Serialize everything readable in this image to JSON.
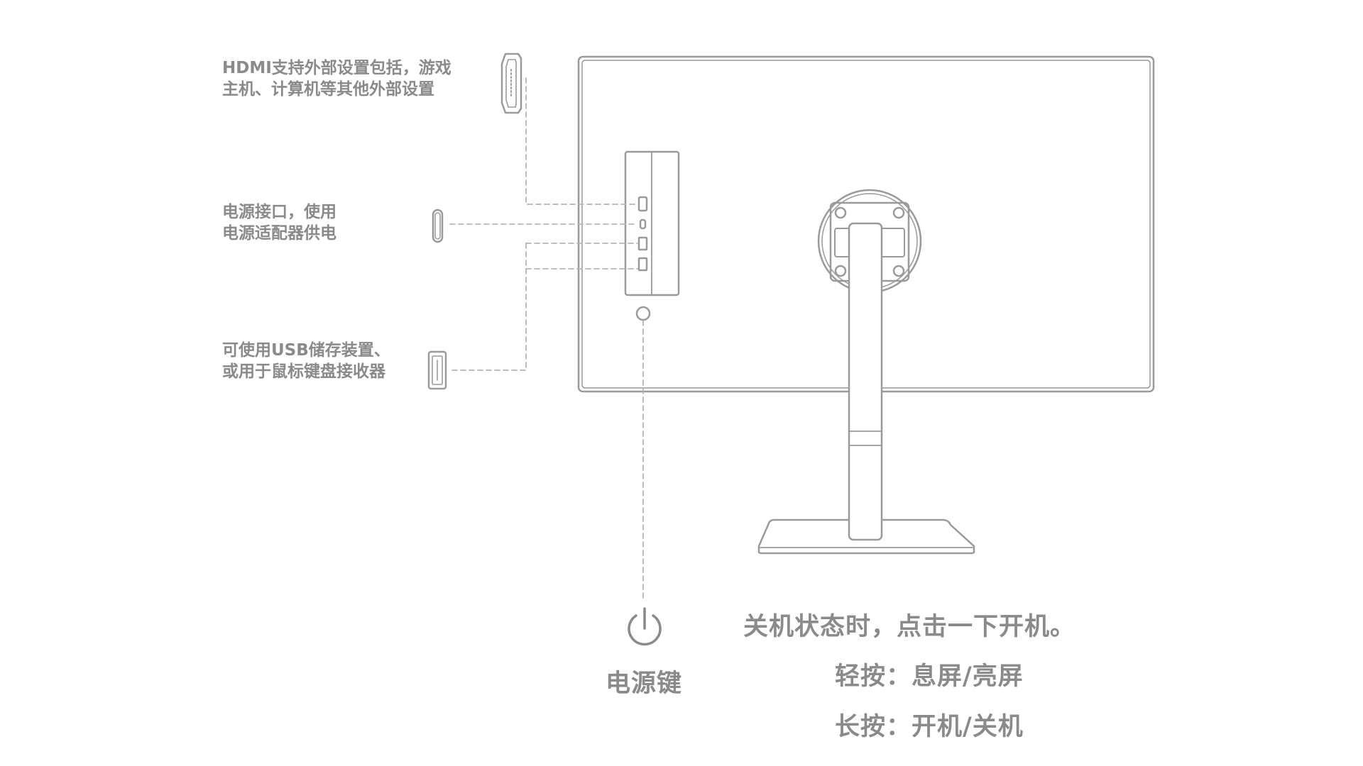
{
  "colors": {
    "stroke": "#9a9a9a",
    "stroke_light": "#b5b5b5",
    "text": "#8a8a8a",
    "background": "#ffffff"
  },
  "icons": {
    "hdmi": "hdmi-port-icon",
    "power_port": "dc-power-port-icon",
    "usb": "usb-port-icon",
    "power_button": "power-symbol-icon"
  },
  "labels": {
    "hdmi": {
      "line1": "HDMI支持外部设置包括，游戏",
      "line2": "主机、计算机等其他外部设置"
    },
    "power_port": {
      "line1": "电源接口，使用",
      "line2": "电源适配器供电"
    },
    "usb": {
      "line1": "可使用USB储存装置、",
      "line2": "或用于鼠标键盘接收器"
    },
    "power_key": "电源键"
  },
  "instructions": {
    "line1": "关机状态时，点击一下开机。",
    "line2": "轻按：息屏/亮屏",
    "line3": "长按：开机/关机"
  }
}
